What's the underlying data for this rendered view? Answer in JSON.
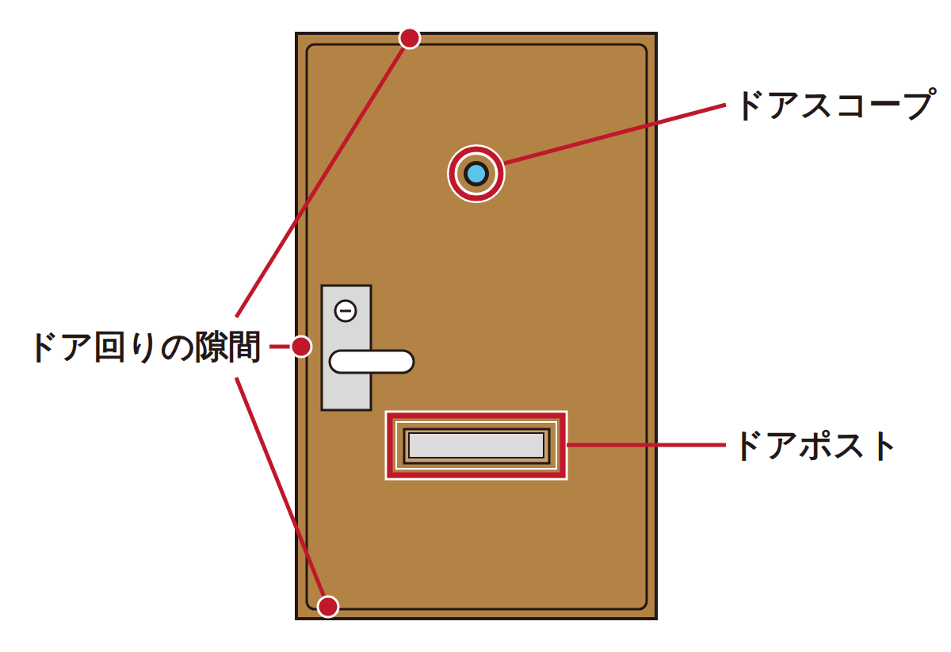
{
  "diagram": {
    "labels": [
      "ドアスコープ",
      "ドア回りの隙間",
      "ドアポスト"
    ]
  }
}
